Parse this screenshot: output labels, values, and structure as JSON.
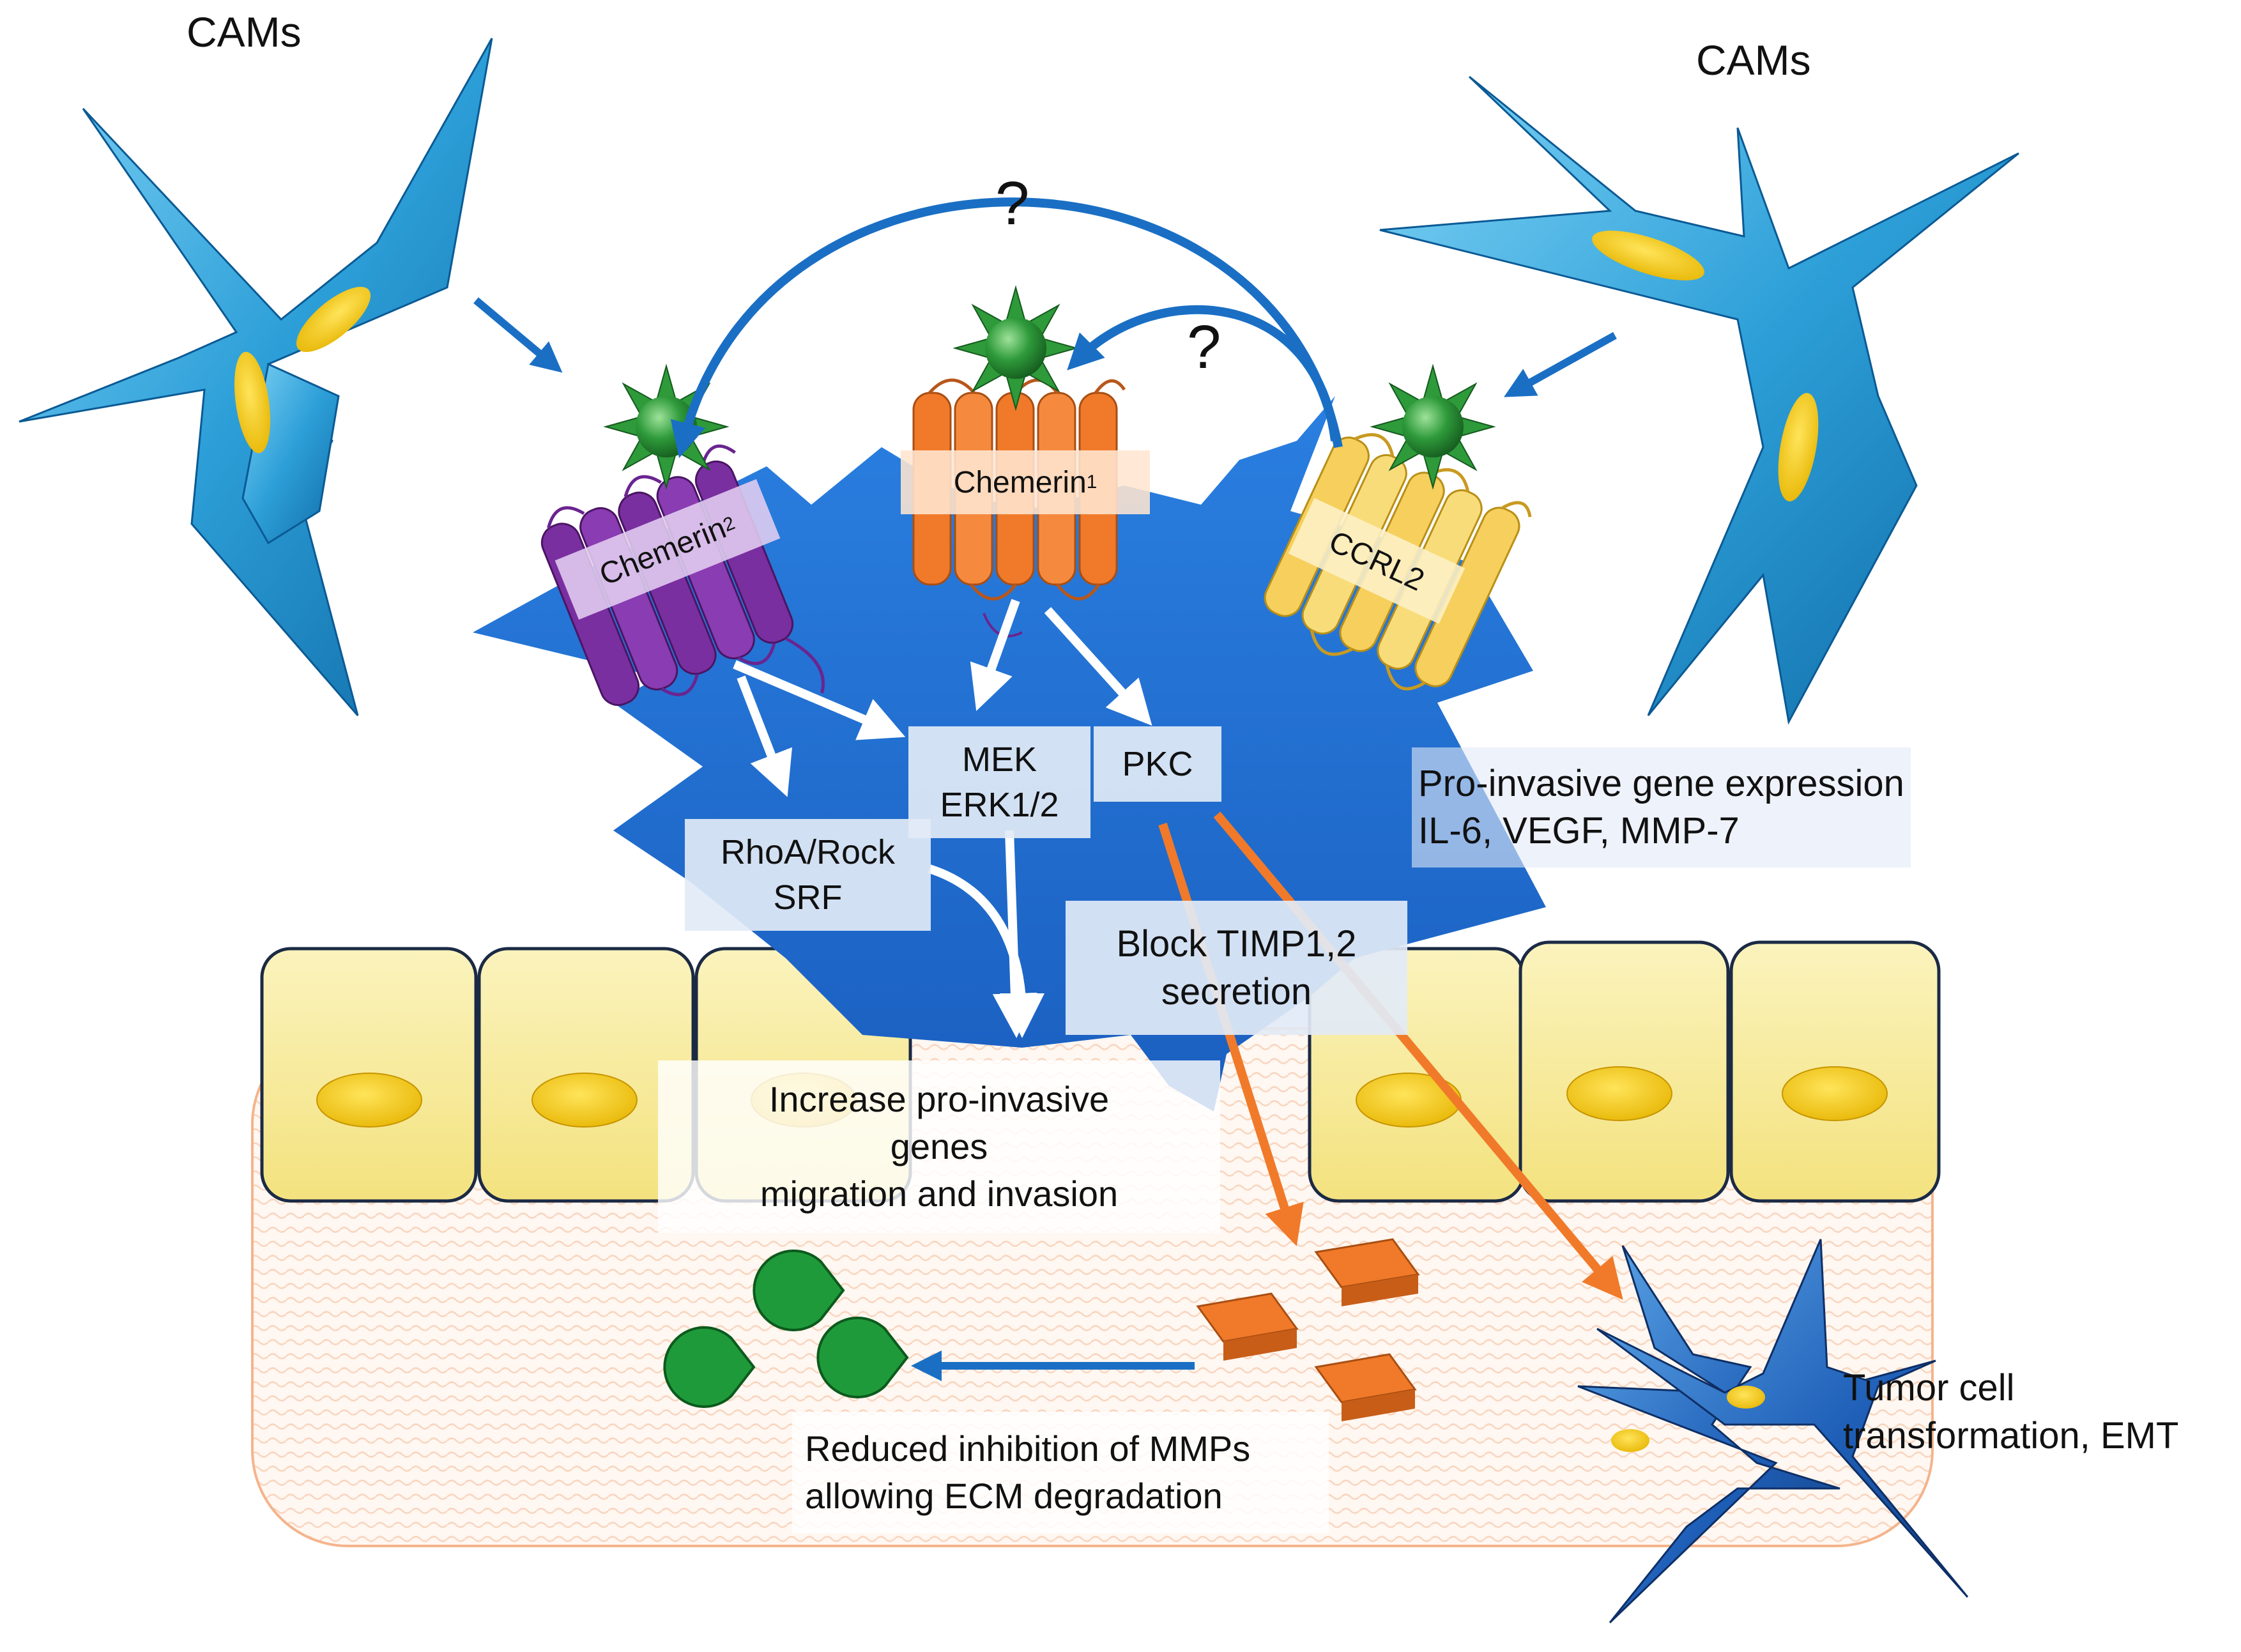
{
  "cams_left": "CAMs",
  "cams_right": "CAMs",
  "question_top": "?",
  "question_mid": "?",
  "receptor_chemerin2": {
    "main": "Chemerin",
    "sub": "2"
  },
  "receptor_chemerin1": {
    "main": "Chemerin",
    "sub": "1"
  },
  "receptor_ccrl2": "CCRL2",
  "box_mek": [
    "MEK",
    "ERK1/2"
  ],
  "box_pkc": "PKC",
  "box_rhoa": [
    "RhoA/Rock",
    "SRF"
  ],
  "box_timp": [
    "Block TIMP1,2",
    "secretion"
  ],
  "label_proinvasive_expr": [
    "Pro-invasive gene expression",
    "IL-6, VEGF, MMP-7"
  ],
  "label_increase": [
    "Increase pro-invasive",
    "genes",
    "migration and invasion"
  ],
  "label_reduced": [
    "Reduced inhibition of MMPs",
    "allowing ECM degradation"
  ],
  "label_tumor": [
    "Tumor cell",
    "transformation, EMT"
  ],
  "colors": {
    "cam_blue": "#2d9fd8",
    "cell_blue": "#1f6fd0",
    "chemerin2": "#7a2fa0",
    "chemerin1": "#f07a2a",
    "ccrl2": "#f6cf5c",
    "ligand": "#2e9a3a",
    "arrow_blue": "#1a6fc4",
    "arrow_orange": "#f07a2a",
    "epithelial": "#f8ec9a",
    "nucleus": "#f6c900",
    "mmp_orange": "#f07a2a",
    "timp_green": "#1f9a3a"
  }
}
